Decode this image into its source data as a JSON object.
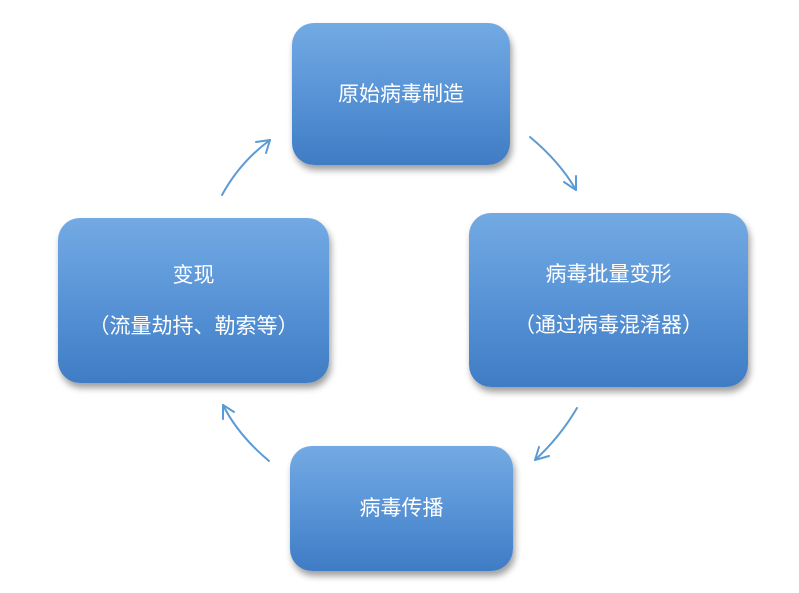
{
  "nodes": {
    "top": {
      "line1": "原始病毒制造"
    },
    "right": {
      "line1": "病毒批量变形",
      "line2": "（通过病毒混淆器）"
    },
    "bottom": {
      "line1": "病毒传播"
    },
    "left": {
      "line1": "变现",
      "line2": "（流量劫持、勒索等）"
    }
  },
  "colors": {
    "box": "#5b96d8",
    "arrow": "#5b9bd5",
    "text": "#ffffff"
  }
}
